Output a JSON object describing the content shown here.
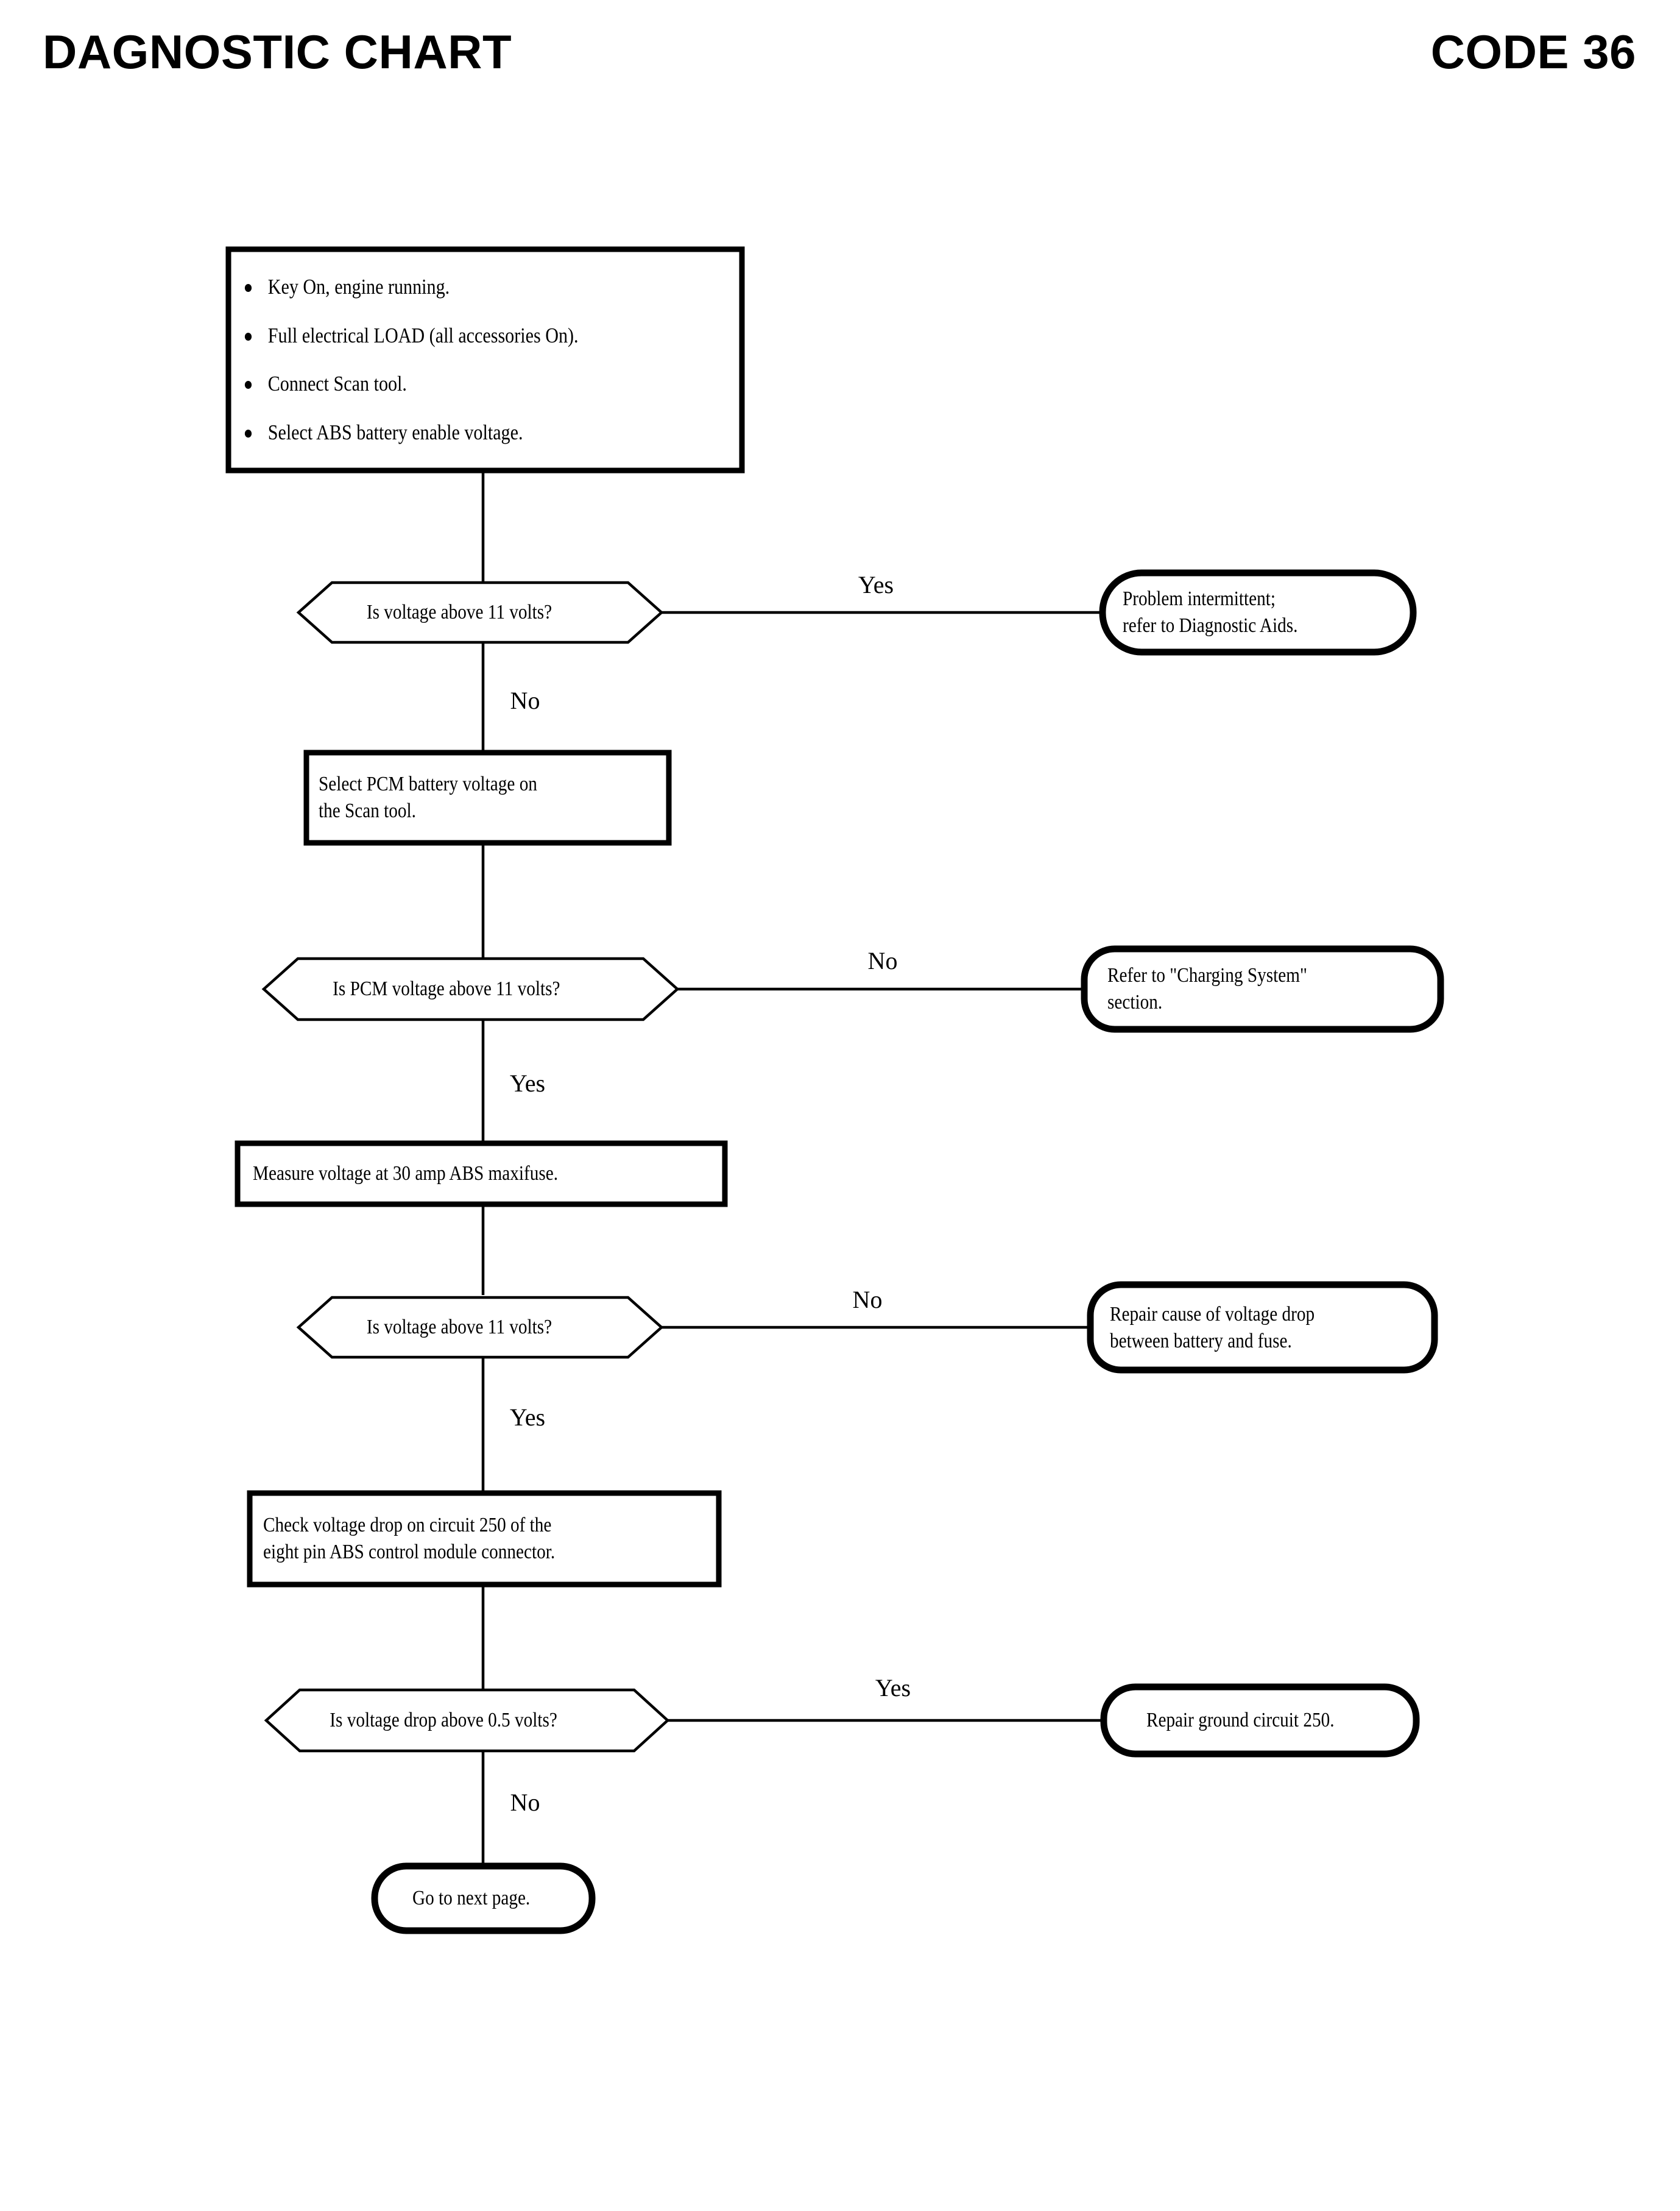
{
  "header": {
    "title": "DAGNOSTIC CHART",
    "code": "CODE 36"
  },
  "chart_data": {
    "type": "diagram",
    "diagram_type": "flowchart",
    "title": "DAGNOSTIC CHART",
    "code": "CODE 36",
    "nodes": [
      {
        "id": "n1",
        "shape": "process",
        "bullets": [
          "Key On, engine running.",
          "Full electrical LOAD (all accessories On).",
          "Connect Scan tool.",
          "Select ABS battery enable voltage."
        ]
      },
      {
        "id": "d1",
        "shape": "decision",
        "text": "Is voltage above 11 volts?"
      },
      {
        "id": "t1",
        "shape": "terminator",
        "lines": [
          "Problem intermittent;",
          "refer to Diagnostic Aids."
        ]
      },
      {
        "id": "n2",
        "shape": "process",
        "lines": [
          "Select PCM battery voltage on",
          "the Scan tool."
        ]
      },
      {
        "id": "d2",
        "shape": "decision",
        "text": "Is PCM voltage above 11 volts?"
      },
      {
        "id": "t2",
        "shape": "terminator",
        "lines": [
          "Refer to \"Charging System\"",
          "section."
        ]
      },
      {
        "id": "n3",
        "shape": "process",
        "lines": [
          "Measure voltage at 30 amp ABS maxifuse."
        ]
      },
      {
        "id": "d3",
        "shape": "decision",
        "text": "Is voltage above 11 volts?"
      },
      {
        "id": "t3",
        "shape": "terminator",
        "lines": [
          "Repair cause of voltage drop",
          "between battery and fuse."
        ]
      },
      {
        "id": "n4",
        "shape": "process",
        "lines": [
          "Check voltage drop on circuit 250 of the",
          "eight pin ABS control module connector."
        ]
      },
      {
        "id": "d4",
        "shape": "decision",
        "text": "Is voltage drop above 0.5 volts?"
      },
      {
        "id": "t4",
        "shape": "terminator",
        "lines": [
          "Repair ground circuit 250."
        ]
      },
      {
        "id": "t5",
        "shape": "terminator",
        "lines": [
          "Go to next page."
        ]
      }
    ],
    "edges": [
      {
        "from": "n1",
        "to": "d1",
        "label": ""
      },
      {
        "from": "d1",
        "to": "t1",
        "label": "Yes"
      },
      {
        "from": "d1",
        "to": "n2",
        "label": "No"
      },
      {
        "from": "n2",
        "to": "d2",
        "label": ""
      },
      {
        "from": "d2",
        "to": "t2",
        "label": "No"
      },
      {
        "from": "d2",
        "to": "n3",
        "label": "Yes"
      },
      {
        "from": "n3",
        "to": "d3",
        "label": ""
      },
      {
        "from": "d3",
        "to": "t3",
        "label": "No"
      },
      {
        "from": "d3",
        "to": "n4",
        "label": "Yes"
      },
      {
        "from": "n4",
        "to": "d4",
        "label": ""
      },
      {
        "from": "d4",
        "to": "t4",
        "label": "Yes"
      },
      {
        "from": "d4",
        "to": "t5",
        "label": "No"
      }
    ],
    "colors": {
      "stroke": "#000000",
      "fill": "#ffffff",
      "text": "#000000"
    }
  },
  "nodes": {
    "n1": {
      "b0": "Key On, engine running.",
      "b1": "Full electrical LOAD (all accessories On).",
      "b2": "Connect Scan tool.",
      "b3": "Select ABS battery enable voltage."
    },
    "d1": {
      "text": "Is voltage above 11 volts?"
    },
    "t1": {
      "l0": "Problem intermittent;",
      "l1": "refer to Diagnostic Aids."
    },
    "n2": {
      "l0": "Select PCM battery voltage on",
      "l1": "the Scan tool."
    },
    "d2": {
      "text": "Is PCM voltage above 11 volts?"
    },
    "t2": {
      "l0": "Refer to \"Charging System\"",
      "l1": "section."
    },
    "n3": {
      "l0": "Measure voltage at 30 amp ABS maxifuse."
    },
    "d3": {
      "text": "Is voltage above 11 volts?"
    },
    "t3": {
      "l0": "Repair cause of voltage drop",
      "l1": "between battery and fuse."
    },
    "n4": {
      "l0": "Check voltage drop on circuit 250 of the",
      "l1": "eight pin ABS control module connector."
    },
    "d4": {
      "text": "Is voltage drop above 0.5 volts?"
    },
    "t4": {
      "l0": "Repair ground circuit 250."
    },
    "t5": {
      "l0": "Go to next page."
    }
  },
  "labels": {
    "e_d1_yes": "Yes",
    "e_d1_no": "No",
    "e_d2_no": "No",
    "e_d2_yes": "Yes",
    "e_d3_no": "No",
    "e_d3_yes": "Yes",
    "e_d4_yes": "Yes",
    "e_d4_no": "No"
  }
}
